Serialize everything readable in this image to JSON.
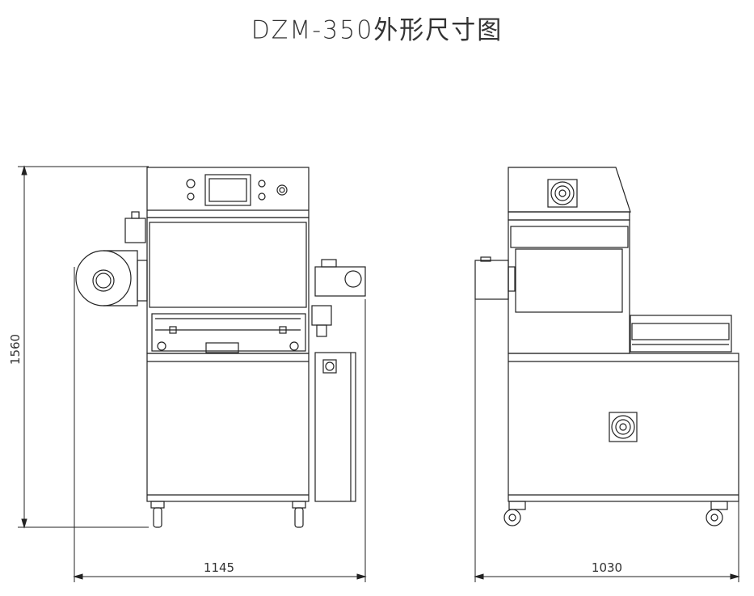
{
  "title": "DZM-350外形尺寸图",
  "dimensions": {
    "height": "1560",
    "front_width": "1145",
    "side_depth": "1030"
  }
}
